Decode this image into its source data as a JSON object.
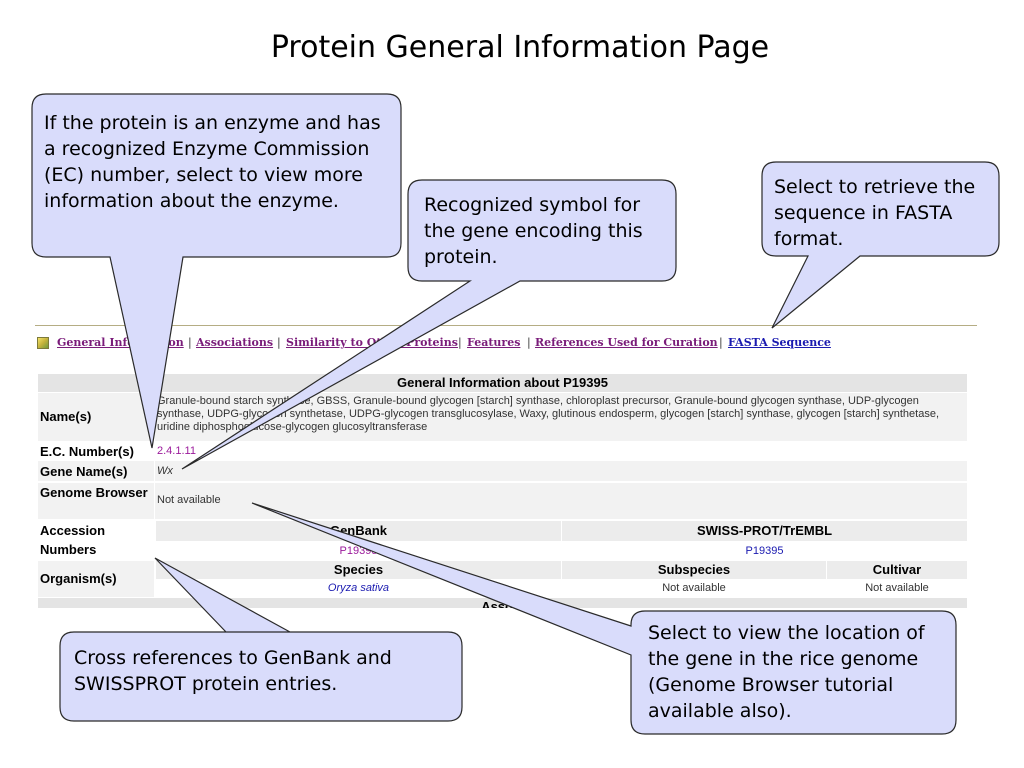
{
  "slide_title": "Protein General Information Page",
  "nav": {
    "links": [
      "General Information",
      "Associations",
      "Similarity to Other Proteins",
      "Features",
      "References Used for Curation",
      "FASTA Sequence"
    ],
    "separator": "|"
  },
  "general_info": {
    "header": "General Information about P19395",
    "name_label": "Name(s)",
    "names": "Granule-bound starch synthase, GBSS, Granule-bound glycogen [starch] synthase, chloroplast precursor, Granule-bound glycogen synthase, UDP-glycogen synthase, UDPG-glycogen synthetase, UDPG-glycogen transglucosylase, Waxy, glutinous endosperm, glycogen [starch] synthase, glycogen [starch] synthetase, uridine diphosphoglucose-glycogen glucosyltransferase",
    "ec_label": "E.C. Number(s)",
    "ec_value": "2.4.1.11",
    "gene_label": "Gene Name(s)",
    "gene_value": "Wx",
    "genome_label": "Genome Browser",
    "genome_value": "Not available",
    "accession_label": "Accession Numbers",
    "genbank_header": "GenBank",
    "swiss_header": "SWISS-PROT/TrEMBL",
    "genbank_value": "P19395",
    "swiss_value": "P19395",
    "organism_label": "Organism(s)",
    "species_header": "Species",
    "subspecies_header": "Subspecies",
    "cultivar_header": "Cultivar",
    "species_value": "Oryza sativa",
    "subspecies_value": "Not available",
    "cultivar_value": "Not available",
    "truncated_header": "Asso..."
  },
  "callouts": {
    "enzyme": "If the protein is an enzyme and has a recognized Enzyme Commission (EC) number, select to view more information about the enzyme.",
    "gene_symbol": "Recognized symbol for the gene encoding this protein.",
    "fasta": "Select to retrieve the sequence in FASTA format.",
    "crossref": "Cross references to GenBank and SWISSPROT protein entries.",
    "genome_location": "Select to view the location of the gene in the rice genome (Genome Browser tutorial available also)."
  },
  "colors": {
    "callout_fill": "#d9dcfb",
    "callout_stroke": "#2a2a2a",
    "link_purple": "#7a1c7a",
    "link_blue": "#1a1ab0",
    "header_gray": "#e4e4e4"
  }
}
